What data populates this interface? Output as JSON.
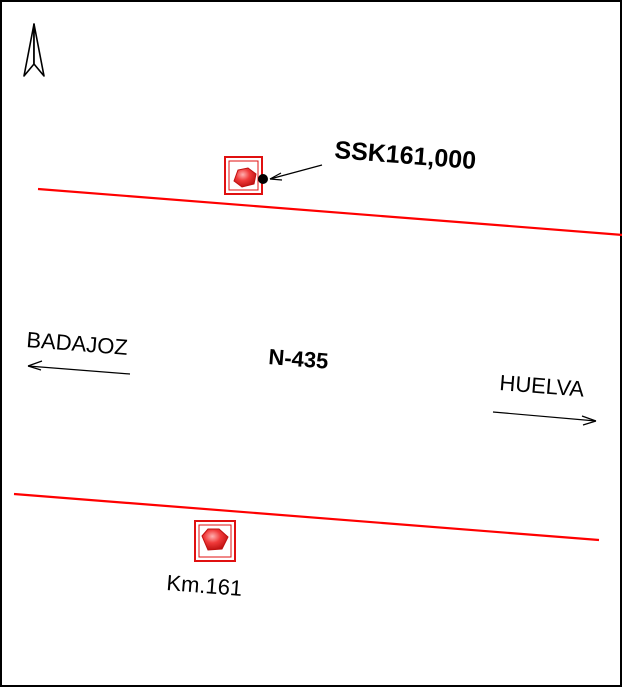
{
  "map": {
    "road_name": "N-435",
    "destination_left": "BADAJOZ",
    "destination_right": "HUELVA",
    "marker_top_label": "SSK161,000",
    "marker_bottom_label": "Km.161",
    "north_arrow_icon": "north-arrow-icon",
    "marker_icon": "milestone-marker-icon",
    "colors": {
      "road_edge": "#ff0000",
      "marker_fill": "#e8201f",
      "marker_border": "#e01010",
      "text": "#000000",
      "frame": "#000000"
    }
  }
}
